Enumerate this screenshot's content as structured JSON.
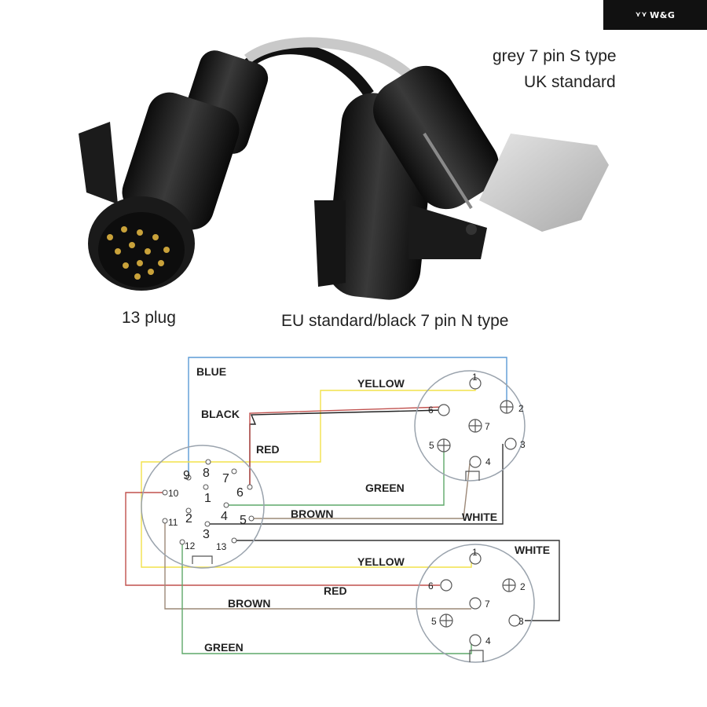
{
  "brand": {
    "logo_text": "W&G"
  },
  "product": {
    "grey_connector_line1": "grey 7 pin S type",
    "grey_connector_line2": "UK standard",
    "plug_label": "13 plug",
    "black_connector_label": "EU standard/black 7 pin N type"
  },
  "diagram": {
    "wire_labels": {
      "blue": "BLUE",
      "yellow_top": "YELLOW",
      "black": "BLACK",
      "red_top": "RED",
      "green_top": "GREEN",
      "brown_top": "BROWN",
      "white_top": "WHITE",
      "white_bottom": "WHITE",
      "yellow_bottom": "YELLOW",
      "red_bottom": "RED",
      "brown_bottom": "BROWN",
      "green_bottom": "GREEN"
    },
    "plug13_pins": [
      "1",
      "2",
      "3",
      "4",
      "5",
      "6",
      "7",
      "8",
      "9",
      "10",
      "11",
      "12",
      "13"
    ],
    "socket_top_pins": [
      "1",
      "2",
      "3",
      "4",
      "5",
      "6",
      "7"
    ],
    "socket_bottom_pins": [
      "1",
      "2",
      "3",
      "4",
      "5",
      "6",
      "7"
    ],
    "colors": {
      "blue": "#5b9bd5",
      "yellow": "#f2e24a",
      "black": "#222222",
      "red": "#c0504d",
      "green": "#5fa86a",
      "brown": "#9c8877",
      "white_wire": "#333333"
    }
  }
}
